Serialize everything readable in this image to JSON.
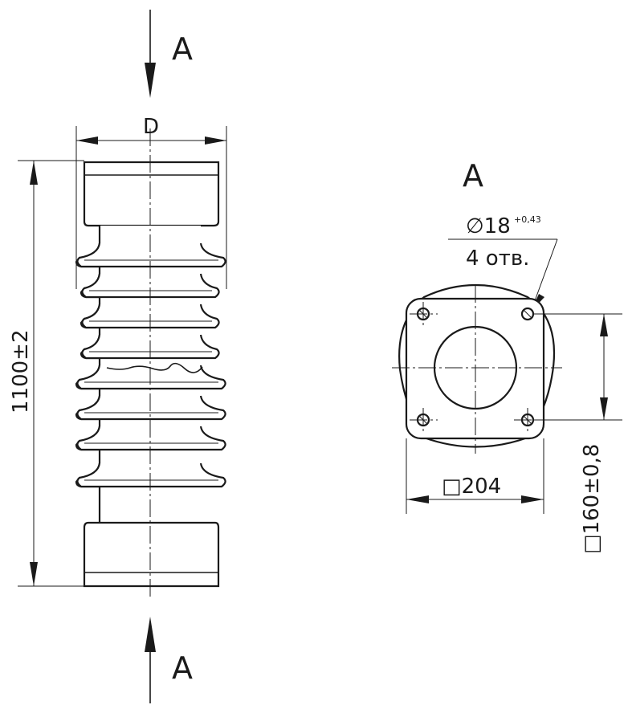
{
  "view_labels": {
    "top": "A",
    "bottom": "A",
    "view_title": "A"
  },
  "dimensions": {
    "diameter": "D",
    "height": "1100±2",
    "hole_diameter": "∅18",
    "hole_tolerance": "+0,43",
    "hole_count": "4 отв.",
    "flange_width": "□204",
    "bolt_square": "□160±0,8"
  },
  "colors": {
    "line": "#1a1a1a",
    "background": "#ffffff"
  }
}
